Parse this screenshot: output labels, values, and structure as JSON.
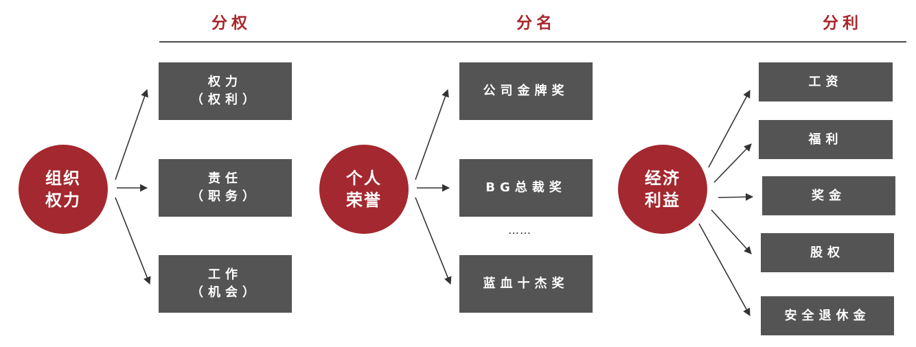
{
  "columns": [
    {
      "heading": "分权",
      "center": [
        "组织",
        "权力"
      ],
      "items": [
        {
          "line1": "权力",
          "line2": "（权利）"
        },
        {
          "line1": "责任",
          "line2": "（职务）"
        },
        {
          "line1": "工作",
          "line2": "（机会）"
        }
      ]
    },
    {
      "heading": "分名",
      "center": [
        "个人",
        "荣誉"
      ],
      "items": [
        {
          "line1": "公司金牌奖"
        },
        {
          "line1": "BG总裁奖"
        },
        {
          "line1": "蓝血十杰奖"
        }
      ],
      "ellipsis": "……"
    },
    {
      "heading": "分利",
      "center": [
        "经济",
        "利益"
      ],
      "items": [
        {
          "line1": "工资"
        },
        {
          "line1": "福利"
        },
        {
          "line1": "奖金"
        },
        {
          "line1": "股权"
        },
        {
          "line1": "安全退休金"
        }
      ]
    }
  ],
  "colors": {
    "accent": "#a4282f",
    "box": "#545454",
    "heading": "#a8262b",
    "arrow": "#333333"
  }
}
